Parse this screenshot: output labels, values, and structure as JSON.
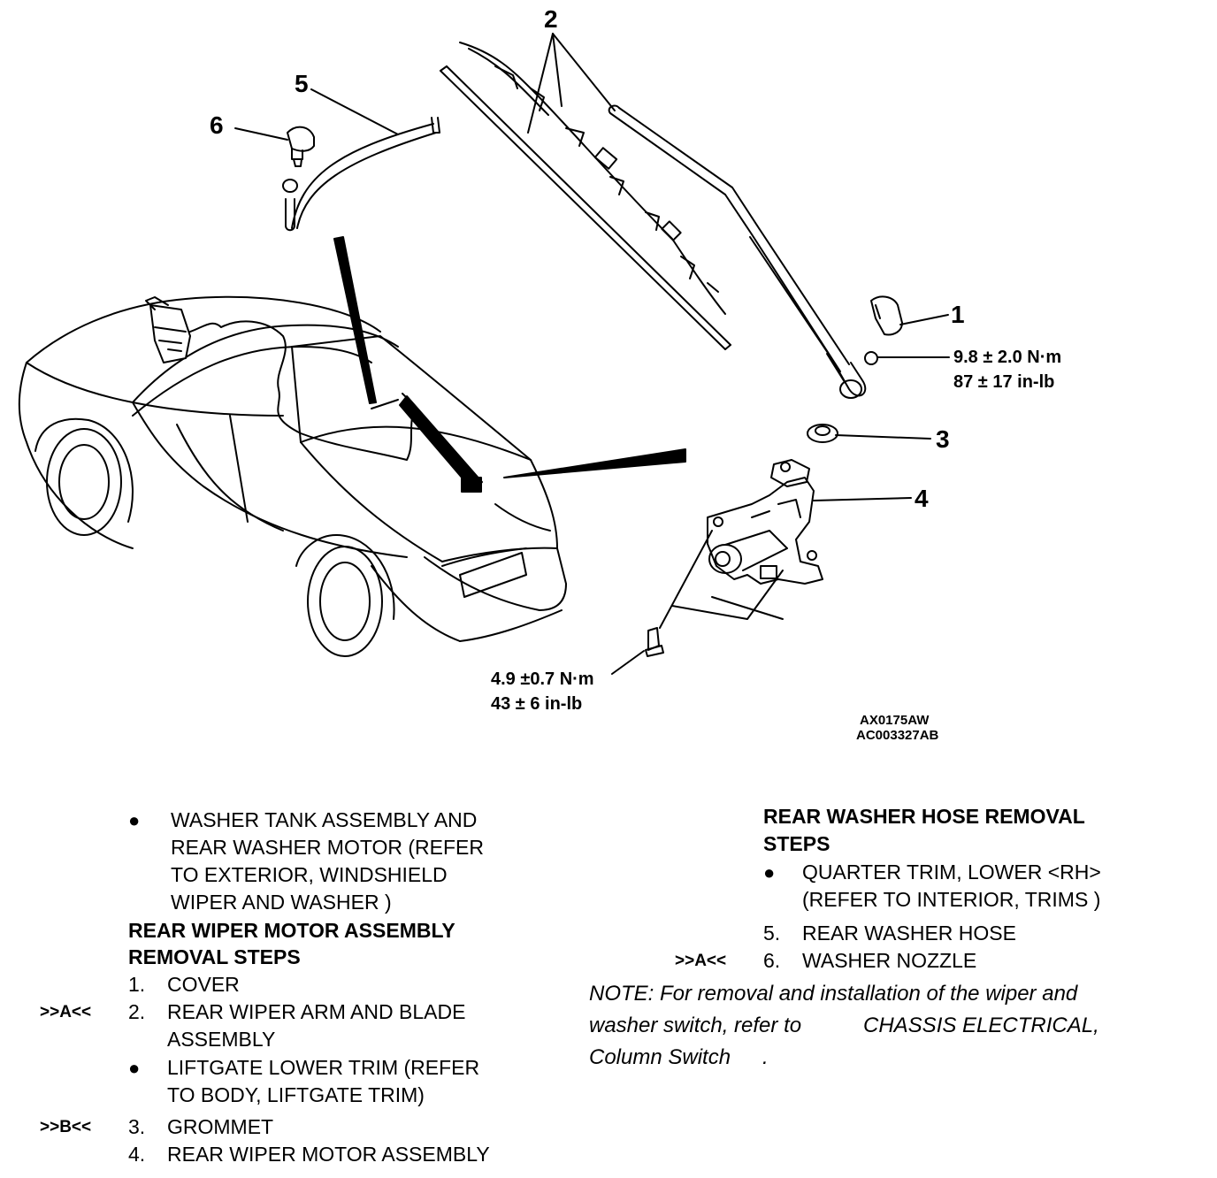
{
  "diagram": {
    "callouts": [
      "1",
      "2",
      "3",
      "4",
      "5",
      "6"
    ],
    "torque_upper": [
      "9.8 ± 2.0 N·m",
      "87 ± 17 in-lb"
    ],
    "torque_lower": [
      "4.9 ±0.7 N·m",
      "43 ± 6 in-lb"
    ],
    "ref_codes": [
      "AX0175AW",
      "AC003327AB"
    ]
  },
  "left_column": {
    "prereq_bullet": "●",
    "prereq_lines": [
      "WASHER TANK ASSEMBLY AND",
      "REAR WASHER MOTOR (REFER",
      "TO EXTERIOR, WINDSHIELD",
      "WIPER AND WASHER )"
    ],
    "heading_lines": [
      "REAR WIPER MOTOR ASSEMBLY",
      "REMOVAL STEPS"
    ],
    "steps": [
      {
        "marker": "",
        "number": "1.",
        "lines": [
          "COVER"
        ]
      },
      {
        "marker": ">>A<<",
        "number": "2.",
        "lines": [
          "REAR WIPER ARM AND BLADE",
          "ASSEMBLY"
        ]
      },
      {
        "marker": "",
        "number": "●",
        "lines": [
          "LIFTGATE LOWER TRIM (REFER",
          "TO BODY, LIFTGATE TRIM)"
        ]
      },
      {
        "marker": ">>B<<",
        "number": "3.",
        "lines": [
          "GROMMET"
        ]
      },
      {
        "marker": "",
        "number": "4.",
        "lines": [
          "REAR WIPER MOTOR ASSEMBLY"
        ]
      }
    ]
  },
  "right_column": {
    "heading_lines": [
      "REAR WASHER HOSE REMOVAL",
      "STEPS"
    ],
    "prereq_bullet": "●",
    "prereq_lines": [
      "QUARTER TRIM, LOWER <RH>",
      "(REFER TO INTERIOR, TRIMS )"
    ],
    "steps": [
      {
        "marker": "",
        "number": "5.",
        "text": "REAR WASHER HOSE"
      },
      {
        "marker": ">>A<<",
        "number": "6.",
        "text": "WASHER NOZZLE"
      }
    ],
    "note_lines": [
      "NOTE: For removal and installation of the wiper and",
      "washer switch, refer to",
      "CHASSIS ELECTRICAL,",
      "Column Switch",
      "."
    ]
  }
}
